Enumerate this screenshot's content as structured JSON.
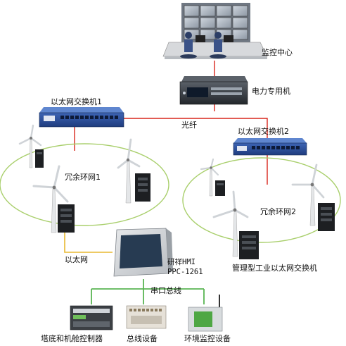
{
  "labels": {
    "monitoring_center": "监控中心",
    "power_device": "电力专用机",
    "switch1": "以太网交换机1",
    "fiber": "光纤",
    "switch2": "以太网交换机2",
    "ring1": "冗余环网1",
    "ring2": "冗余环网2",
    "ethernet": "以太网",
    "hmi_line1": "研祥HMI",
    "hmi_line2": "PPC-1261",
    "managed_switch": "管理型工业以太网交换机",
    "serial_bus": "串口总线",
    "tower_controller": "塔底和机舱控制器",
    "bus_device": "总线设备",
    "env_monitor": "环境监控设备"
  },
  "colors": {
    "fiber_line": "#d9261c",
    "ring_line": "#a9cf6c",
    "ethernet_line": "#e8b830",
    "serial_line": "#5ab552",
    "switch_blue": "#2a4f9a"
  }
}
